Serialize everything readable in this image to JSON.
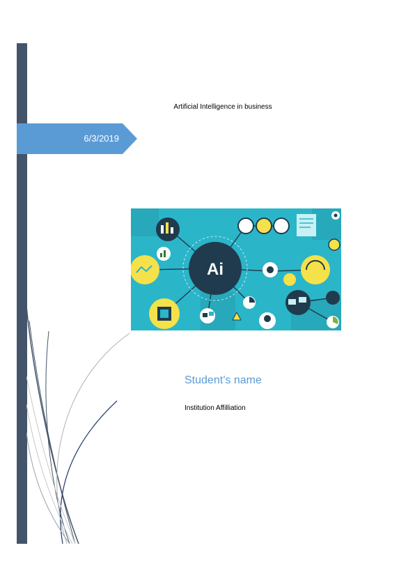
{
  "document": {
    "title": "Artificial Intelligence in business",
    "date": "6/3/2019",
    "student_name": "Student’s name",
    "institution": "Institution Affilliation"
  },
  "illustration": {
    "center_label": "Ai",
    "icons": [
      "gear-icon",
      "gauge-icon",
      "chart-icon",
      "chat-icon",
      "warning-icon",
      "chip-icon",
      "pie-chart-icon",
      "lightbulb-icon"
    ]
  },
  "colors": {
    "sidebar": "#44546a",
    "accent": "#5b9bd5",
    "illustration_bg": "#2bb5c9",
    "hub": "#1f3b4d",
    "highlight": "#f5e14a"
  }
}
